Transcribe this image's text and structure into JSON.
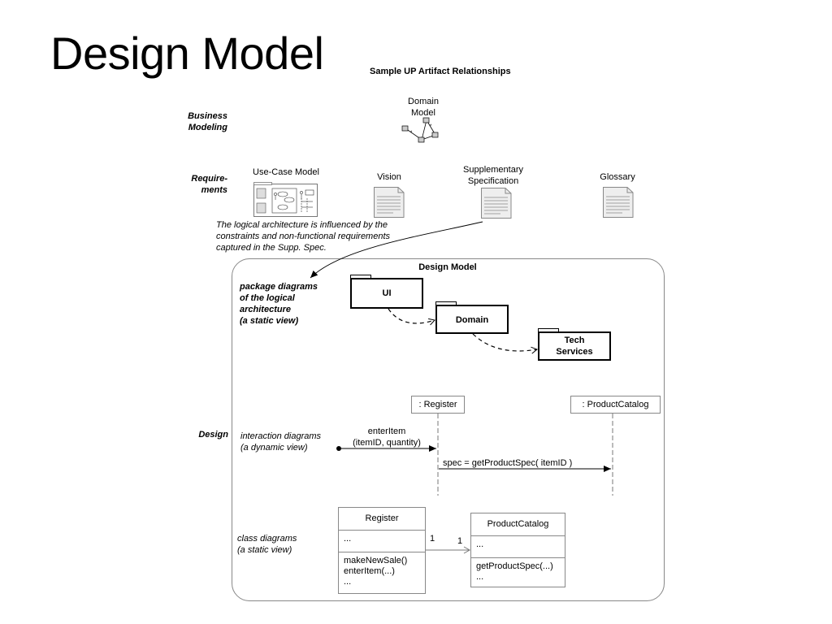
{
  "slide": {
    "title": "Design Model",
    "subtitle": "Sample UP Artifact Relationships"
  },
  "lanes": {
    "business": [
      "Business",
      "Modeling"
    ],
    "requirements": [
      "Require-",
      "ments"
    ],
    "design": "Design"
  },
  "business_modeling": {
    "domain_model_label": [
      "Domain",
      "Model"
    ],
    "star": "*"
  },
  "requirements": {
    "use_case_model": "Use-Case Model",
    "vision": "Vision",
    "supplementary": [
      "Supplementary",
      "Specification"
    ],
    "glossary": "Glossary"
  },
  "annotation": [
    "The logical architecture is influenced by the",
    "constraints and non-functional requirements",
    "captured in the Supp. Spec."
  ],
  "design_model": {
    "title": "Design Model",
    "package_label": [
      "package  diagrams",
      "of the logical",
      "architecture",
      "(a static view)"
    ],
    "packages": {
      "ui": "UI",
      "domain": "Domain",
      "tech": [
        "Tech",
        "Services"
      ]
    },
    "interaction_label": [
      "interaction diagrams",
      "(a dynamic view)"
    ],
    "lifelines": {
      "register": ": Register",
      "catalog": ": ProductCatalog"
    },
    "messages": {
      "enter_item": [
        "enterItem",
        "(itemID, quantity)"
      ],
      "get_spec": "spec = getProductSpec( itemID )"
    },
    "class_label": [
      "class diagrams",
      "(a static view)"
    ],
    "classes": {
      "register": {
        "name": "Register",
        "attributes": "...",
        "operations": [
          "makeNewSale()",
          "enterItem(...)",
          "..."
        ]
      },
      "catalog": {
        "name": "ProductCatalog",
        "attributes": "...",
        "operations": [
          "getProductSpec(...)",
          "..."
        ]
      }
    },
    "multiplicity": {
      "left": "1",
      "right": "1"
    }
  }
}
